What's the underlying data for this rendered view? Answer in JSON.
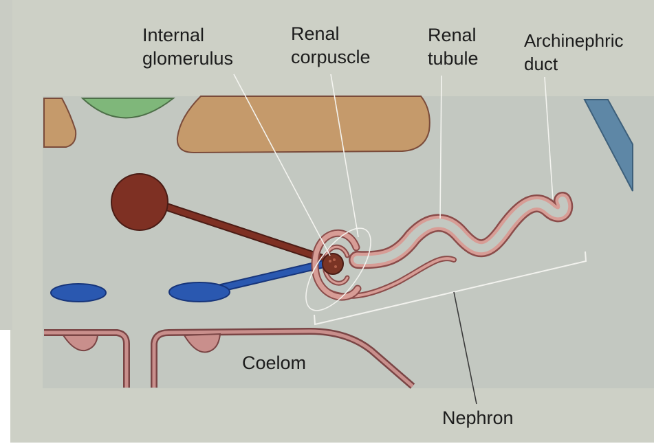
{
  "labels": {
    "internal_glomerulus": [
      "Internal",
      "glomerulus"
    ],
    "renal_corpuscle": [
      "Renal",
      "corpuscle"
    ],
    "renal_tubule": [
      "Renal",
      "tubule"
    ],
    "archinephric_duct": [
      "Archinephric",
      "duct"
    ],
    "coelom": "Coelom",
    "nephron": "Nephron"
  },
  "colors": {
    "page": "#cdd0c6",
    "panel": "#c3c8c1",
    "tan": "#c59a6b",
    "green": "#7fb77a",
    "artery": "#7e3023",
    "vein": "#2a58b0",
    "tubule_outline": "#8a4c4a",
    "tubule_fill": "#d79d96",
    "duct_blue": "#5e87a6"
  }
}
